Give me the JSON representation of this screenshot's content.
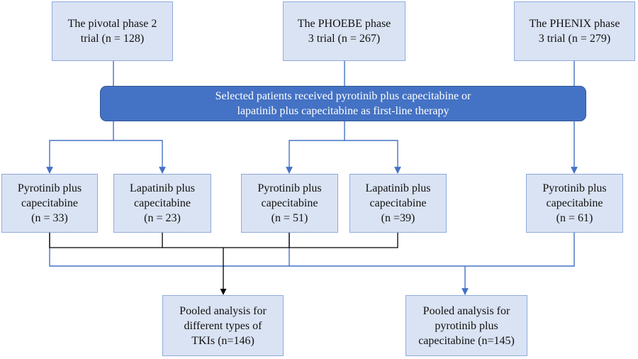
{
  "trials": [
    {
      "lines": [
        "The pivotal phase 2",
        "trial (n = 128)"
      ]
    },
    {
      "lines": [
        "The PHOEBE phase",
        "3 trial (n = 267)"
      ]
    },
    {
      "lines": [
        "The PHENIX phase",
        "3 trial (n = 279)"
      ]
    }
  ],
  "selection": {
    "lines": [
      "Selected patients received pyrotinib plus capecitabine or",
      "lapatinib plus capecitabine as first-line therapy"
    ]
  },
  "arms": [
    {
      "lines": [
        "Pyrotinib plus",
        "capecitabine",
        "(n = 33)"
      ]
    },
    {
      "lines": [
        "Lapatinib plus",
        "capecitabine",
        "(n = 23)"
      ]
    },
    {
      "lines": [
        "Pyrotinib plus",
        "capecitabine",
        "(n = 51)"
      ]
    },
    {
      "lines": [
        "Lapatinib plus",
        "capecitabine",
        "(n =39)"
      ]
    },
    {
      "lines": [
        "Pyrotinib plus",
        "capecitabine",
        "(n = 61)"
      ]
    }
  ],
  "pooled": [
    {
      "lines": [
        "Pooled analysis for",
        "different types of",
        "TKIs (n=146)"
      ]
    },
    {
      "lines": [
        "Pooled analysis for",
        "pyrotinib plus",
        "capecitabine (n=145)"
      ]
    }
  ],
  "colors": {
    "box_fill": "#dae3f3",
    "box_border": "#8faadc",
    "banner_fill": "#4472c4",
    "connector_blue": "#4472c4",
    "connector_black": "#000000"
  }
}
